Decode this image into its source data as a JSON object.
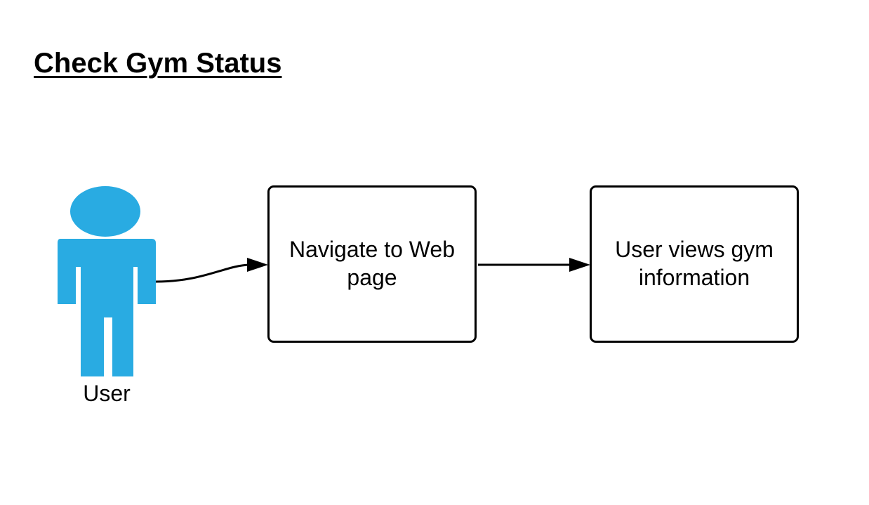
{
  "title": "Check Gym Status",
  "actor": {
    "label": "User",
    "color": "#29abe2"
  },
  "steps": [
    {
      "lines": [
        "Navigate to Web",
        "page"
      ]
    },
    {
      "lines": [
        "User views gym",
        "information"
      ]
    }
  ],
  "connections": [
    {
      "from": "User",
      "to": "Navigate to Web page"
    },
    {
      "from": "Navigate to Web page",
      "to": "User views gym information"
    }
  ]
}
